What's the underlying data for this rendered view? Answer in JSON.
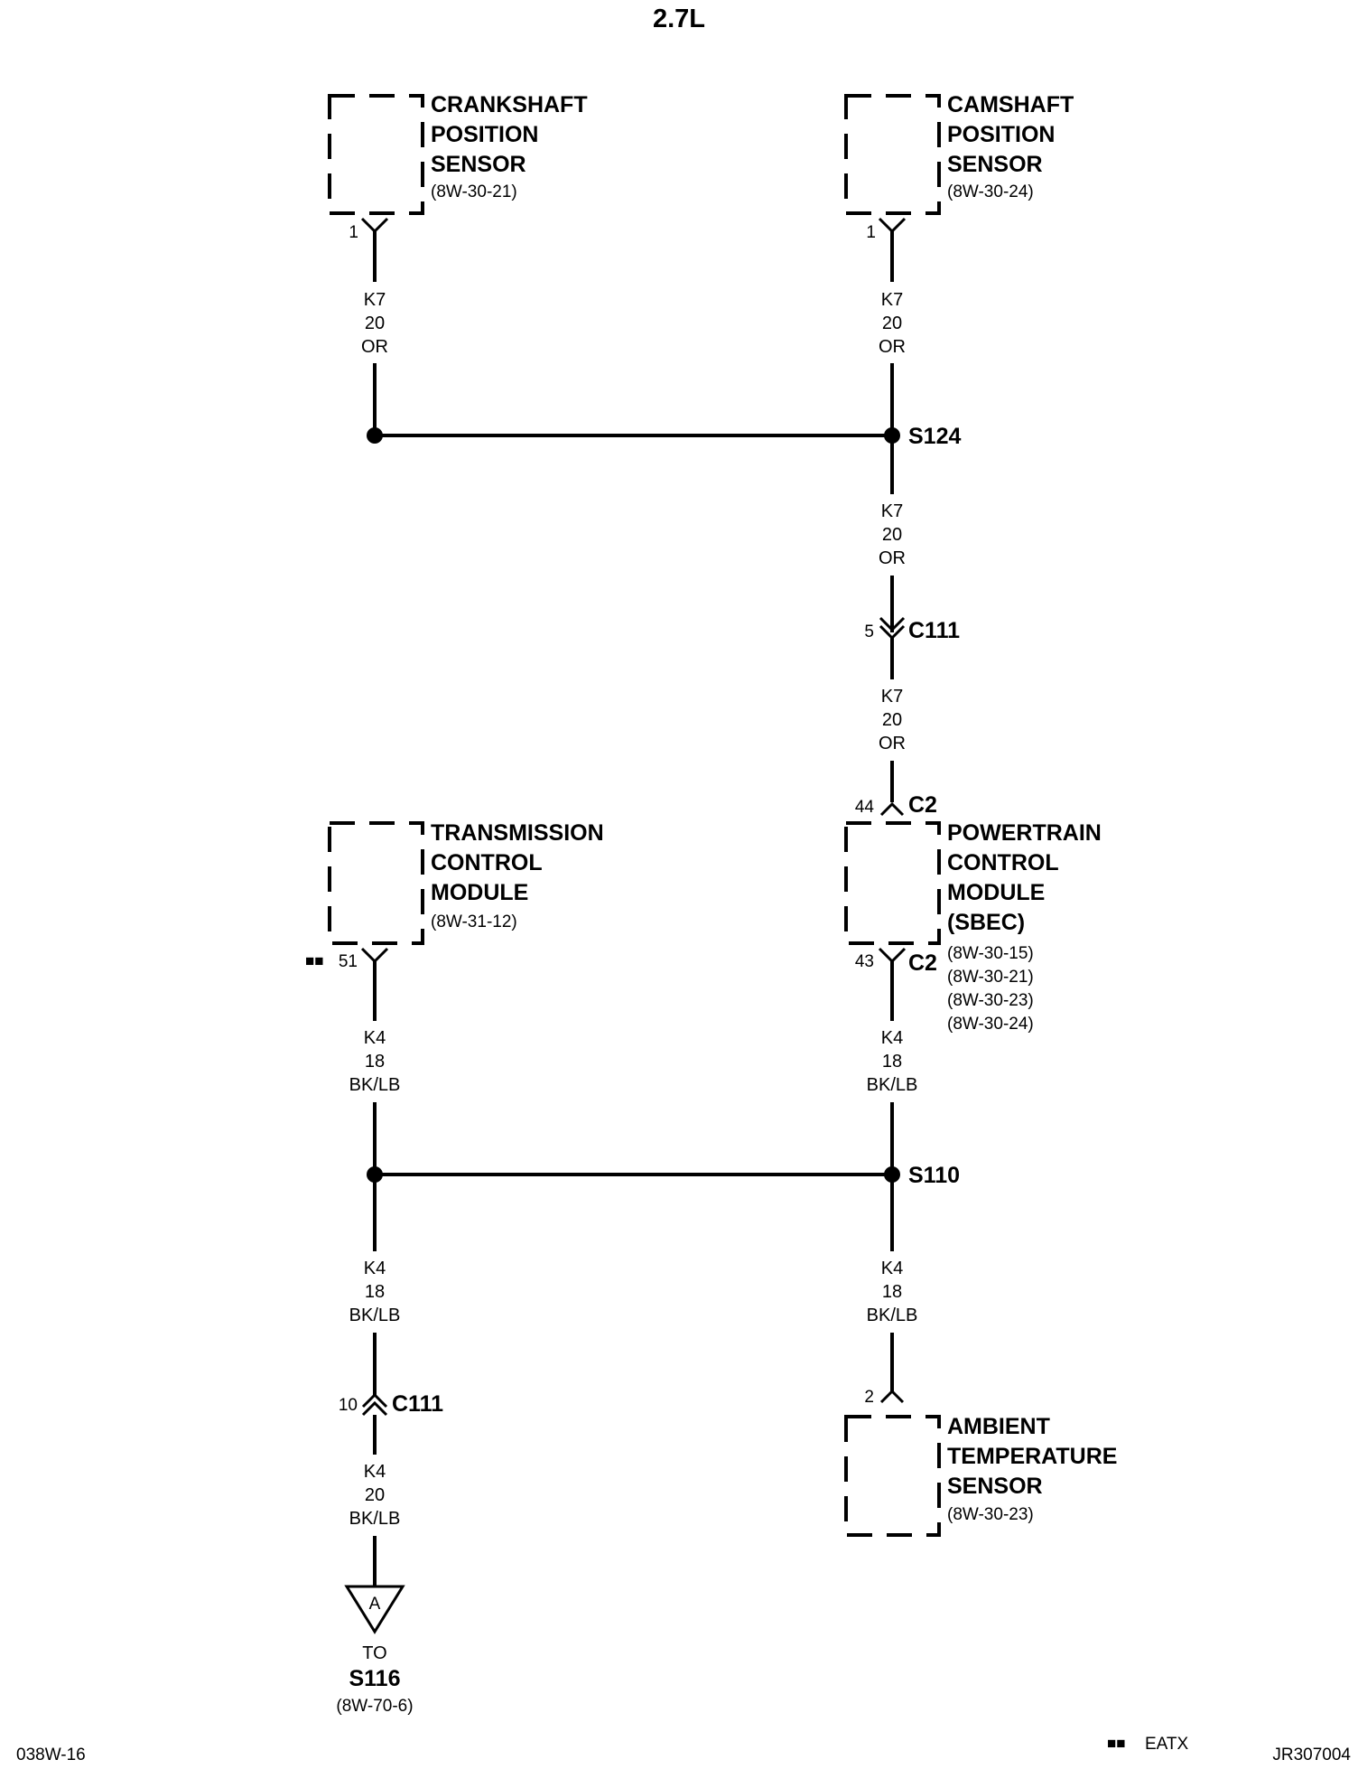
{
  "title": "2.7L",
  "footer": {
    "page_ref": "038W-16",
    "legend_marker": "■■",
    "legend_text": "EATX",
    "figure_id": "JR307004"
  },
  "components": {
    "crankshaft": {
      "name_lines": [
        "CRANKSHAFT",
        "POSITION",
        "SENSOR"
      ],
      "ref": "(8W-30-21)",
      "pin": "1"
    },
    "camshaft": {
      "name_lines": [
        "CAMSHAFT",
        "POSITION",
        "SENSOR"
      ],
      "ref": "(8W-30-24)",
      "pin": "1"
    },
    "tcm": {
      "name_lines": [
        "TRANSMISSION",
        "CONTROL",
        "MODULE"
      ],
      "ref": "(8W-31-12)",
      "pin": "51",
      "pin_marker": "■■"
    },
    "pcm": {
      "name_lines": [
        "POWERTRAIN",
        "CONTROL",
        "MODULE",
        "(SBEC)"
      ],
      "refs": [
        "(8W-30-15)",
        "(8W-30-21)",
        "(8W-30-23)",
        "(8W-30-24)"
      ],
      "pin_top": "44",
      "conn_top": "C2",
      "pin_bottom": "43",
      "conn_bottom": "C2"
    },
    "ambient": {
      "name_lines": [
        "AMBIENT",
        "TEMPERATURE",
        "SENSOR"
      ],
      "ref": "(8W-30-23)",
      "pin": "2"
    }
  },
  "wires": {
    "crank_s124": [
      "K7",
      "20",
      "OR"
    ],
    "cam_s124": [
      "K7",
      "20",
      "OR"
    ],
    "s124_c111": [
      "K7",
      "20",
      "OR"
    ],
    "c111_pcm": [
      "K7",
      "20",
      "OR"
    ],
    "tcm_splice": [
      "K4",
      "18",
      "BK/LB"
    ],
    "pcm_s110": [
      "K4",
      "18",
      "BK/LB"
    ],
    "splice_c111": [
      "K4",
      "18",
      "BK/LB"
    ],
    "s110_ambient": [
      "K4",
      "18",
      "BK/LB"
    ],
    "c111_ref": [
      "K4",
      "20",
      "BK/LB"
    ]
  },
  "splices": {
    "upper": "S124",
    "lower": "S110"
  },
  "connectors": {
    "c111_right": {
      "pin": "5",
      "name": "C111"
    },
    "c111_left": {
      "pin": "10",
      "name": "C111"
    }
  },
  "offpage": {
    "letter": "A",
    "to": "TO",
    "dest": "S116",
    "ref": "(8W-70-6)"
  }
}
